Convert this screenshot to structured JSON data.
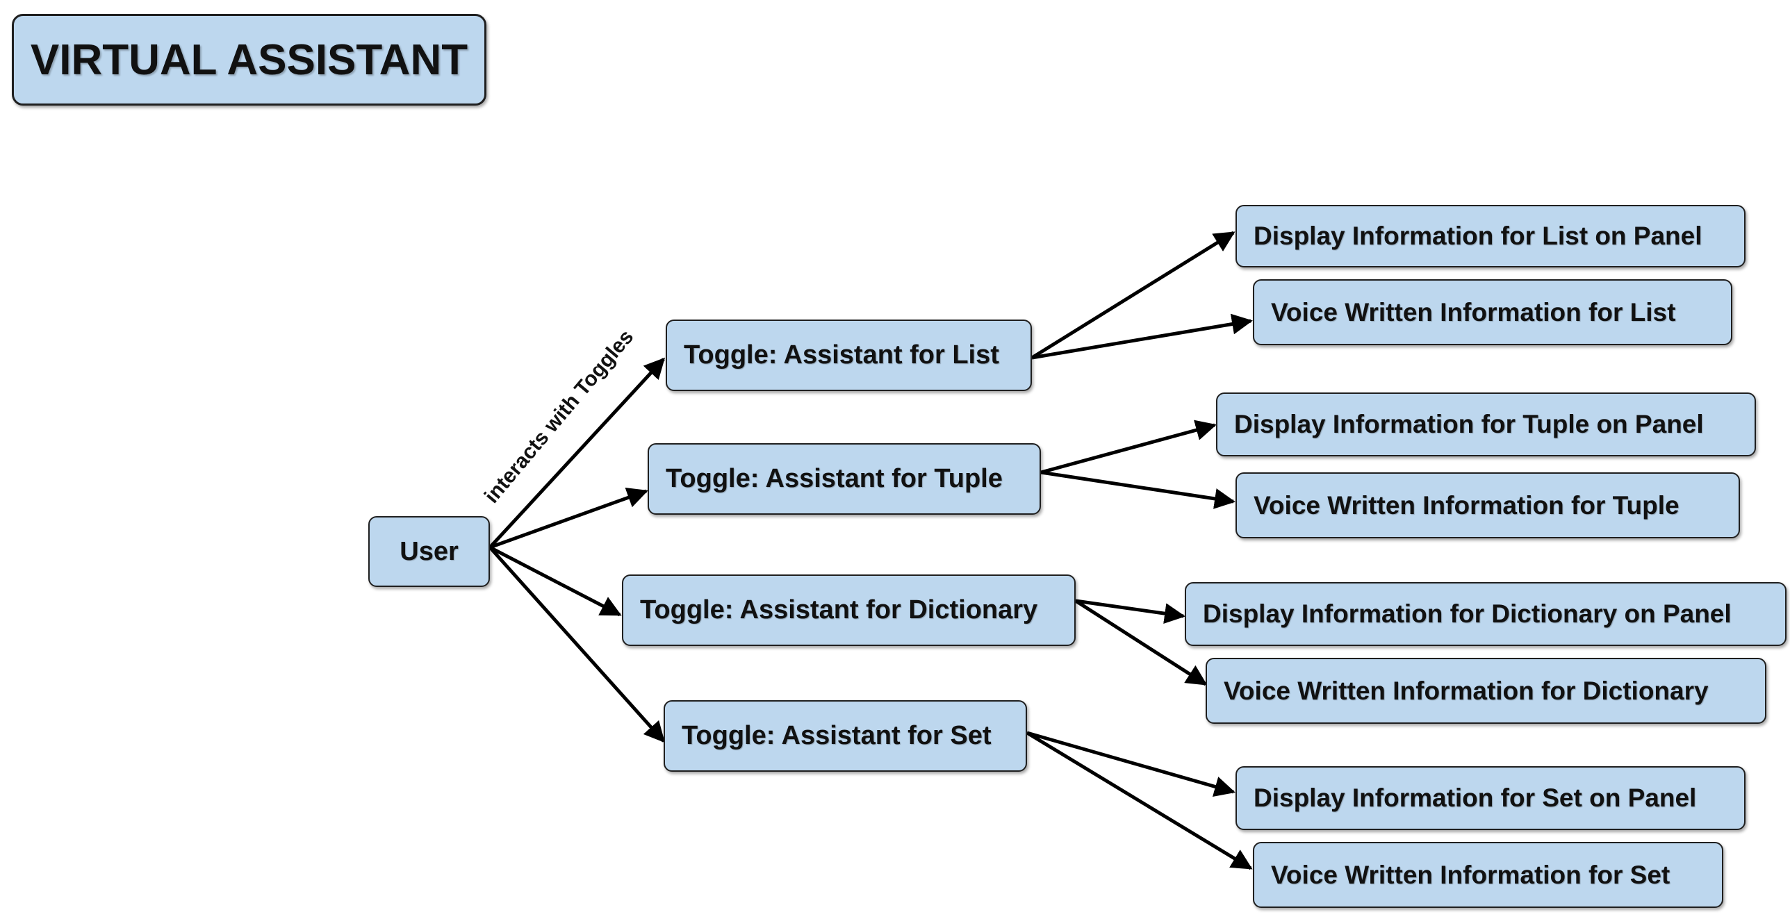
{
  "title": "VIRTUAL ASSISTANT",
  "root": {
    "label": "User"
  },
  "edge_label": "interacts with Toggles",
  "toggles": [
    {
      "label": "Toggle: Assistant for List",
      "display": "Display Information for List on Panel",
      "voice": "Voice Written Information for List"
    },
    {
      "label": "Toggle: Assistant for Tuple",
      "display": "Display Information for Tuple on Panel",
      "voice": "Voice Written Information for Tuple"
    },
    {
      "label": "Toggle: Assistant for Dictionary",
      "display": "Display Information for Dictionary on Panel",
      "voice": "Voice Written Information for Dictionary"
    },
    {
      "label": "Toggle: Assistant for Set",
      "display": "Display Information for Set on Panel",
      "voice": "Voice Written Information for Set"
    }
  ],
  "colors": {
    "node_fill": "#bdd7ee",
    "border": "#1f1f1f",
    "arrow": "#000000"
  }
}
